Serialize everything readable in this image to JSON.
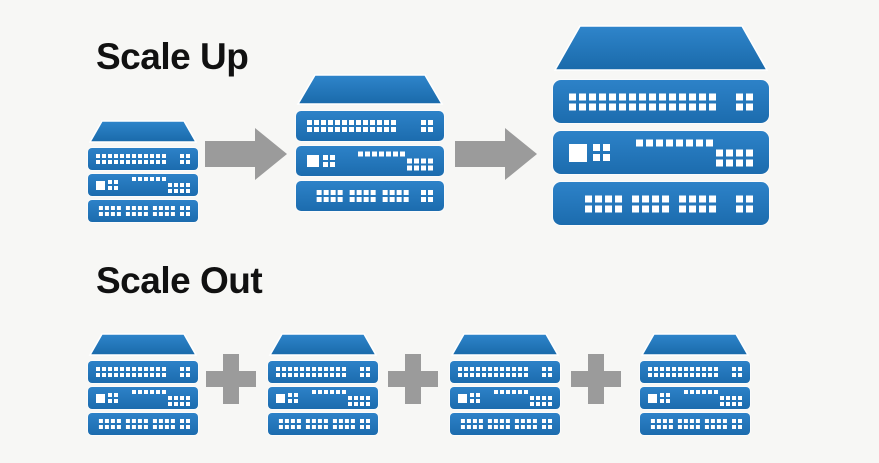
{
  "diagram": {
    "title_scale_up": "Scale Up",
    "title_scale_out": "Scale Out",
    "background_color": "#f7f7f5",
    "server_color": "#2275bd",
    "server_color_dark": "#1b6fb3",
    "led_color": "#ffffff",
    "arrow_color": "#9b9b9b",
    "plus_color": "#9b9b9b",
    "heading_color": "#111111"
  },
  "scale_up": {
    "label": "Scale Up",
    "steps": [
      {
        "name": "small-server",
        "size": "small",
        "units": 3
      },
      {
        "name": "medium-server",
        "size": "medium",
        "units": 3
      },
      {
        "name": "large-server",
        "size": "large",
        "units": 3
      }
    ],
    "connectors": [
      {
        "name": "arrow-1",
        "glyph": "right-arrow"
      },
      {
        "name": "arrow-2",
        "glyph": "right-arrow"
      }
    ]
  },
  "scale_out": {
    "label": "Scale Out",
    "nodes": [
      {
        "name": "node-1",
        "size": "small",
        "units": 3
      },
      {
        "name": "node-2",
        "size": "small",
        "units": 3
      },
      {
        "name": "node-3",
        "size": "small",
        "units": 3
      },
      {
        "name": "node-4",
        "size": "small",
        "units": 3
      }
    ],
    "connectors": [
      {
        "name": "plus-1",
        "glyph": "plus"
      },
      {
        "name": "plus-2",
        "glyph": "plus"
      },
      {
        "name": "plus-3",
        "glyph": "plus"
      }
    ]
  }
}
